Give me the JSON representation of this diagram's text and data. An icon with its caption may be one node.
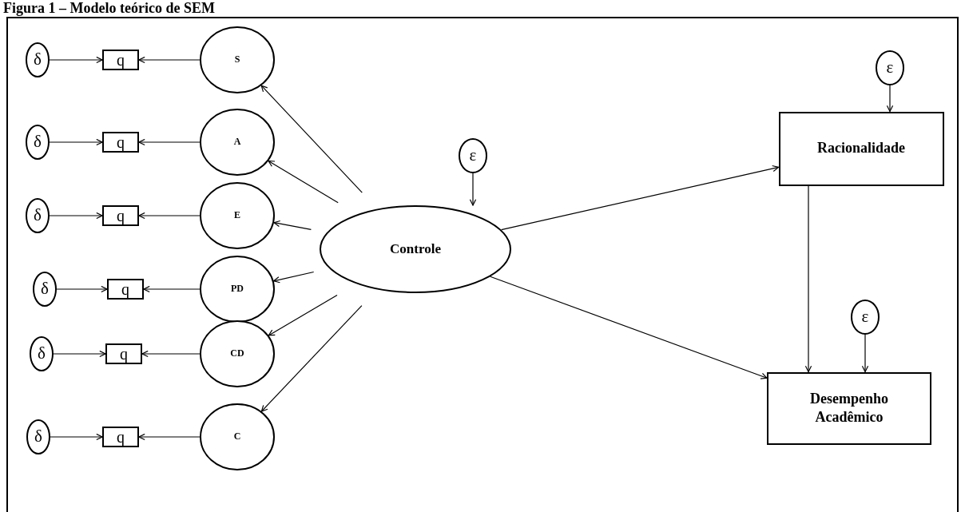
{
  "diagram": {
    "title": "Figura 1 – Modelo teórico de SEM",
    "nodes": [
      {
        "text": [
          "δ"
        ]
      },
      {
        "text": [
          "q"
        ]
      },
      {
        "text": [
          "S"
        ]
      },
      {
        "text": [
          "δ"
        ]
      },
      {
        "text": [
          "q"
        ]
      },
      {
        "text": [
          "A"
        ]
      },
      {
        "text": [
          "δ"
        ]
      },
      {
        "text": [
          "q"
        ]
      },
      {
        "text": [
          "E"
        ]
      },
      {
        "text": [
          "δ"
        ]
      },
      {
        "text": [
          "q"
        ]
      },
      {
        "text": [
          "PD"
        ]
      },
      {
        "text": [
          "δ"
        ]
      },
      {
        "text": [
          "q"
        ]
      },
      {
        "text": [
          "CD"
        ]
      },
      {
        "text": [
          "δ"
        ]
      },
      {
        "text": [
          "q"
        ]
      },
      {
        "text": [
          "C"
        ]
      },
      {
        "text": [
          "ε"
        ]
      },
      {
        "text": [
          "Controle"
        ]
      },
      {
        "text": [
          "ε"
        ]
      },
      {
        "text": [
          "Racionalidade"
        ]
      },
      {
        "text": [
          "ε"
        ]
      },
      {
        "text": [
          "Desempenho Acadêmico"
        ]
      }
    ],
    "edges": [
      {
        "from": 0,
        "to": 1,
        "arrow": "to"
      },
      {
        "from": 2,
        "to": 1,
        "arrow": "to"
      },
      {
        "from": 3,
        "to": 4,
        "arrow": "to"
      },
      {
        "from": 5,
        "to": 4,
        "arrow": "to"
      },
      {
        "from": 6,
        "to": 7,
        "arrow": "to"
      },
      {
        "from": 8,
        "to": 7,
        "arrow": "to"
      },
      {
        "from": 9,
        "to": 10,
        "arrow": "to"
      },
      {
        "from": 11,
        "to": 10,
        "arrow": "to"
      },
      {
        "from": 12,
        "to": 13,
        "arrow": "to"
      },
      {
        "from": 14,
        "to": 13,
        "arrow": "to"
      },
      {
        "from": 15,
        "to": 16,
        "arrow": "to"
      },
      {
        "from": 17,
        "to": 16,
        "arrow": "to"
      },
      {
        "from": 19,
        "to": 2,
        "arrow": "to"
      },
      {
        "from": 19,
        "to": 5,
        "arrow": "to"
      },
      {
        "from": 19,
        "to": 8,
        "arrow": "to"
      },
      {
        "from": 19,
        "to": 11,
        "arrow": "to"
      },
      {
        "from": 19,
        "to": 14,
        "arrow": "to"
      },
      {
        "from": 19,
        "to": 17,
        "arrow": "to"
      },
      {
        "from": 18,
        "to": 19,
        "arrow": "to"
      },
      {
        "from": 19,
        "to": 21,
        "arrow": "to"
      },
      {
        "from": 19,
        "to": 23,
        "arrow": "to"
      },
      {
        "from": 21,
        "to": 23,
        "arrow": "to"
      },
      {
        "from": 20,
        "to": 21,
        "arrow": "to"
      },
      {
        "from": 22,
        "to": 23,
        "arrow": "to"
      }
    ]
  }
}
